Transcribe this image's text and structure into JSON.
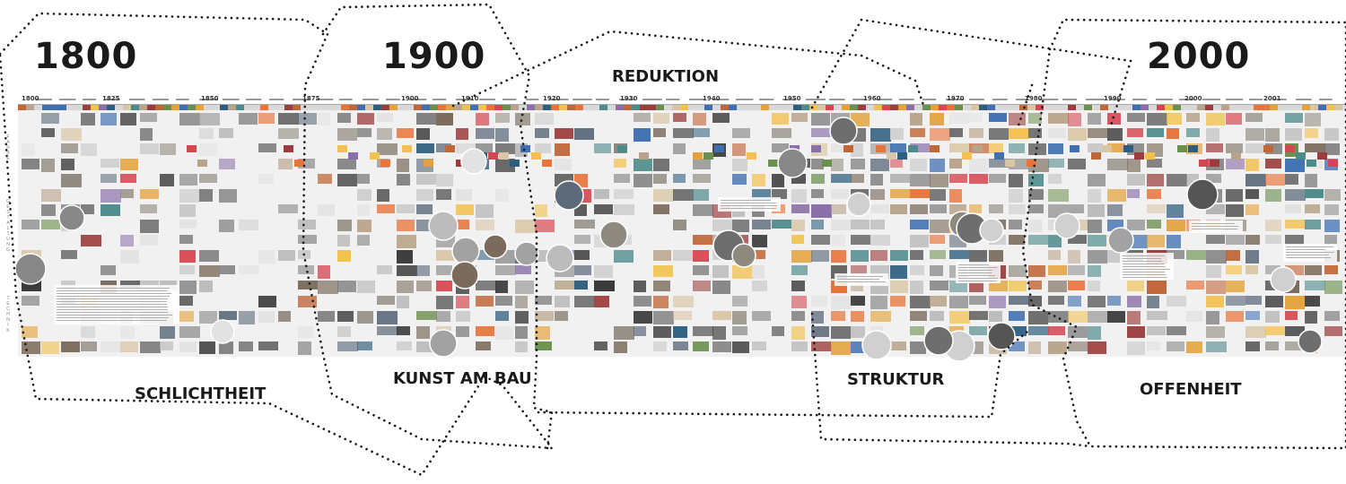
{
  "eras": [
    {
      "id": "1800",
      "label": "1800"
    },
    {
      "id": "1900",
      "label": "1900"
    },
    {
      "id": "2000",
      "label": "2000"
    }
  ],
  "themes": [
    {
      "id": "schlichtheit",
      "label": "SCHLICHTHEIT"
    },
    {
      "id": "reduktion",
      "label": "REDUKTION"
    },
    {
      "id": "kunst-am-bau",
      "label": "KUNST AM BAU"
    },
    {
      "id": "struktur",
      "label": "STRUKTUR"
    },
    {
      "id": "offenheit",
      "label": "OFFENHEIT"
    }
  ],
  "timeline_years": [
    "1800",
    "1825",
    "1850",
    "1875",
    "1900",
    "1910",
    "1920",
    "1930",
    "1940",
    "1950",
    "1960",
    "1970",
    "1980",
    "1990",
    "2000",
    "2001"
  ],
  "side_labels": [
    "FARBE",
    "GESTALTUNG",
    "TECHNIK"
  ],
  "colors": {
    "dots": "#1a1a1a",
    "timeline": "#555555",
    "swatches": [
      "#c0673a",
      "#e3a23b",
      "#4f8a8b",
      "#9c3d3d",
      "#d8c6a5",
      "#3f6fb0",
      "#e8743b",
      "#6a8f4e",
      "#b8a48a",
      "#2e5e7e",
      "#d64550",
      "#f2c14e",
      "#8a6fa8"
    ]
  }
}
